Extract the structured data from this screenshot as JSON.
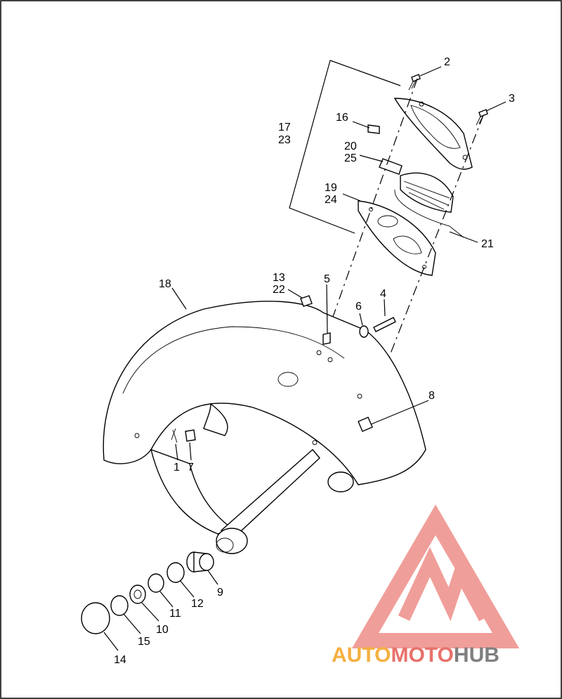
{
  "callouts": [
    {
      "id": "c2",
      "text": "2"
    },
    {
      "id": "c3",
      "text": "3"
    },
    {
      "id": "c16",
      "text": "16"
    },
    {
      "id": "c17",
      "text": "17"
    },
    {
      "id": "c23",
      "text": "23"
    },
    {
      "id": "c20",
      "text": "20"
    },
    {
      "id": "c25",
      "text": "25"
    },
    {
      "id": "c19",
      "text": "19"
    },
    {
      "id": "c24",
      "text": "24"
    },
    {
      "id": "c21",
      "text": "21"
    },
    {
      "id": "c18",
      "text": "18"
    },
    {
      "id": "c13",
      "text": "13"
    },
    {
      "id": "c22",
      "text": "22"
    },
    {
      "id": "c5",
      "text": "5"
    },
    {
      "id": "c6",
      "text": "6"
    },
    {
      "id": "c4",
      "text": "4"
    },
    {
      "id": "c8",
      "text": "8"
    },
    {
      "id": "c1",
      "text": "1"
    },
    {
      "id": "c7",
      "text": "7"
    },
    {
      "id": "c9",
      "text": "9"
    },
    {
      "id": "c12",
      "text": "12"
    },
    {
      "id": "c11",
      "text": "11"
    },
    {
      "id": "c10",
      "text": "10"
    },
    {
      "id": "c15",
      "text": "15"
    },
    {
      "id": "c14",
      "text": "14"
    }
  ],
  "watermark": {
    "part1": "AUTO",
    "part2": "MOTO",
    "part3": "HUB",
    "color_orange": "#f5b041",
    "color_red": "#e8716b",
    "color_gray": "#7f7f7f"
  }
}
